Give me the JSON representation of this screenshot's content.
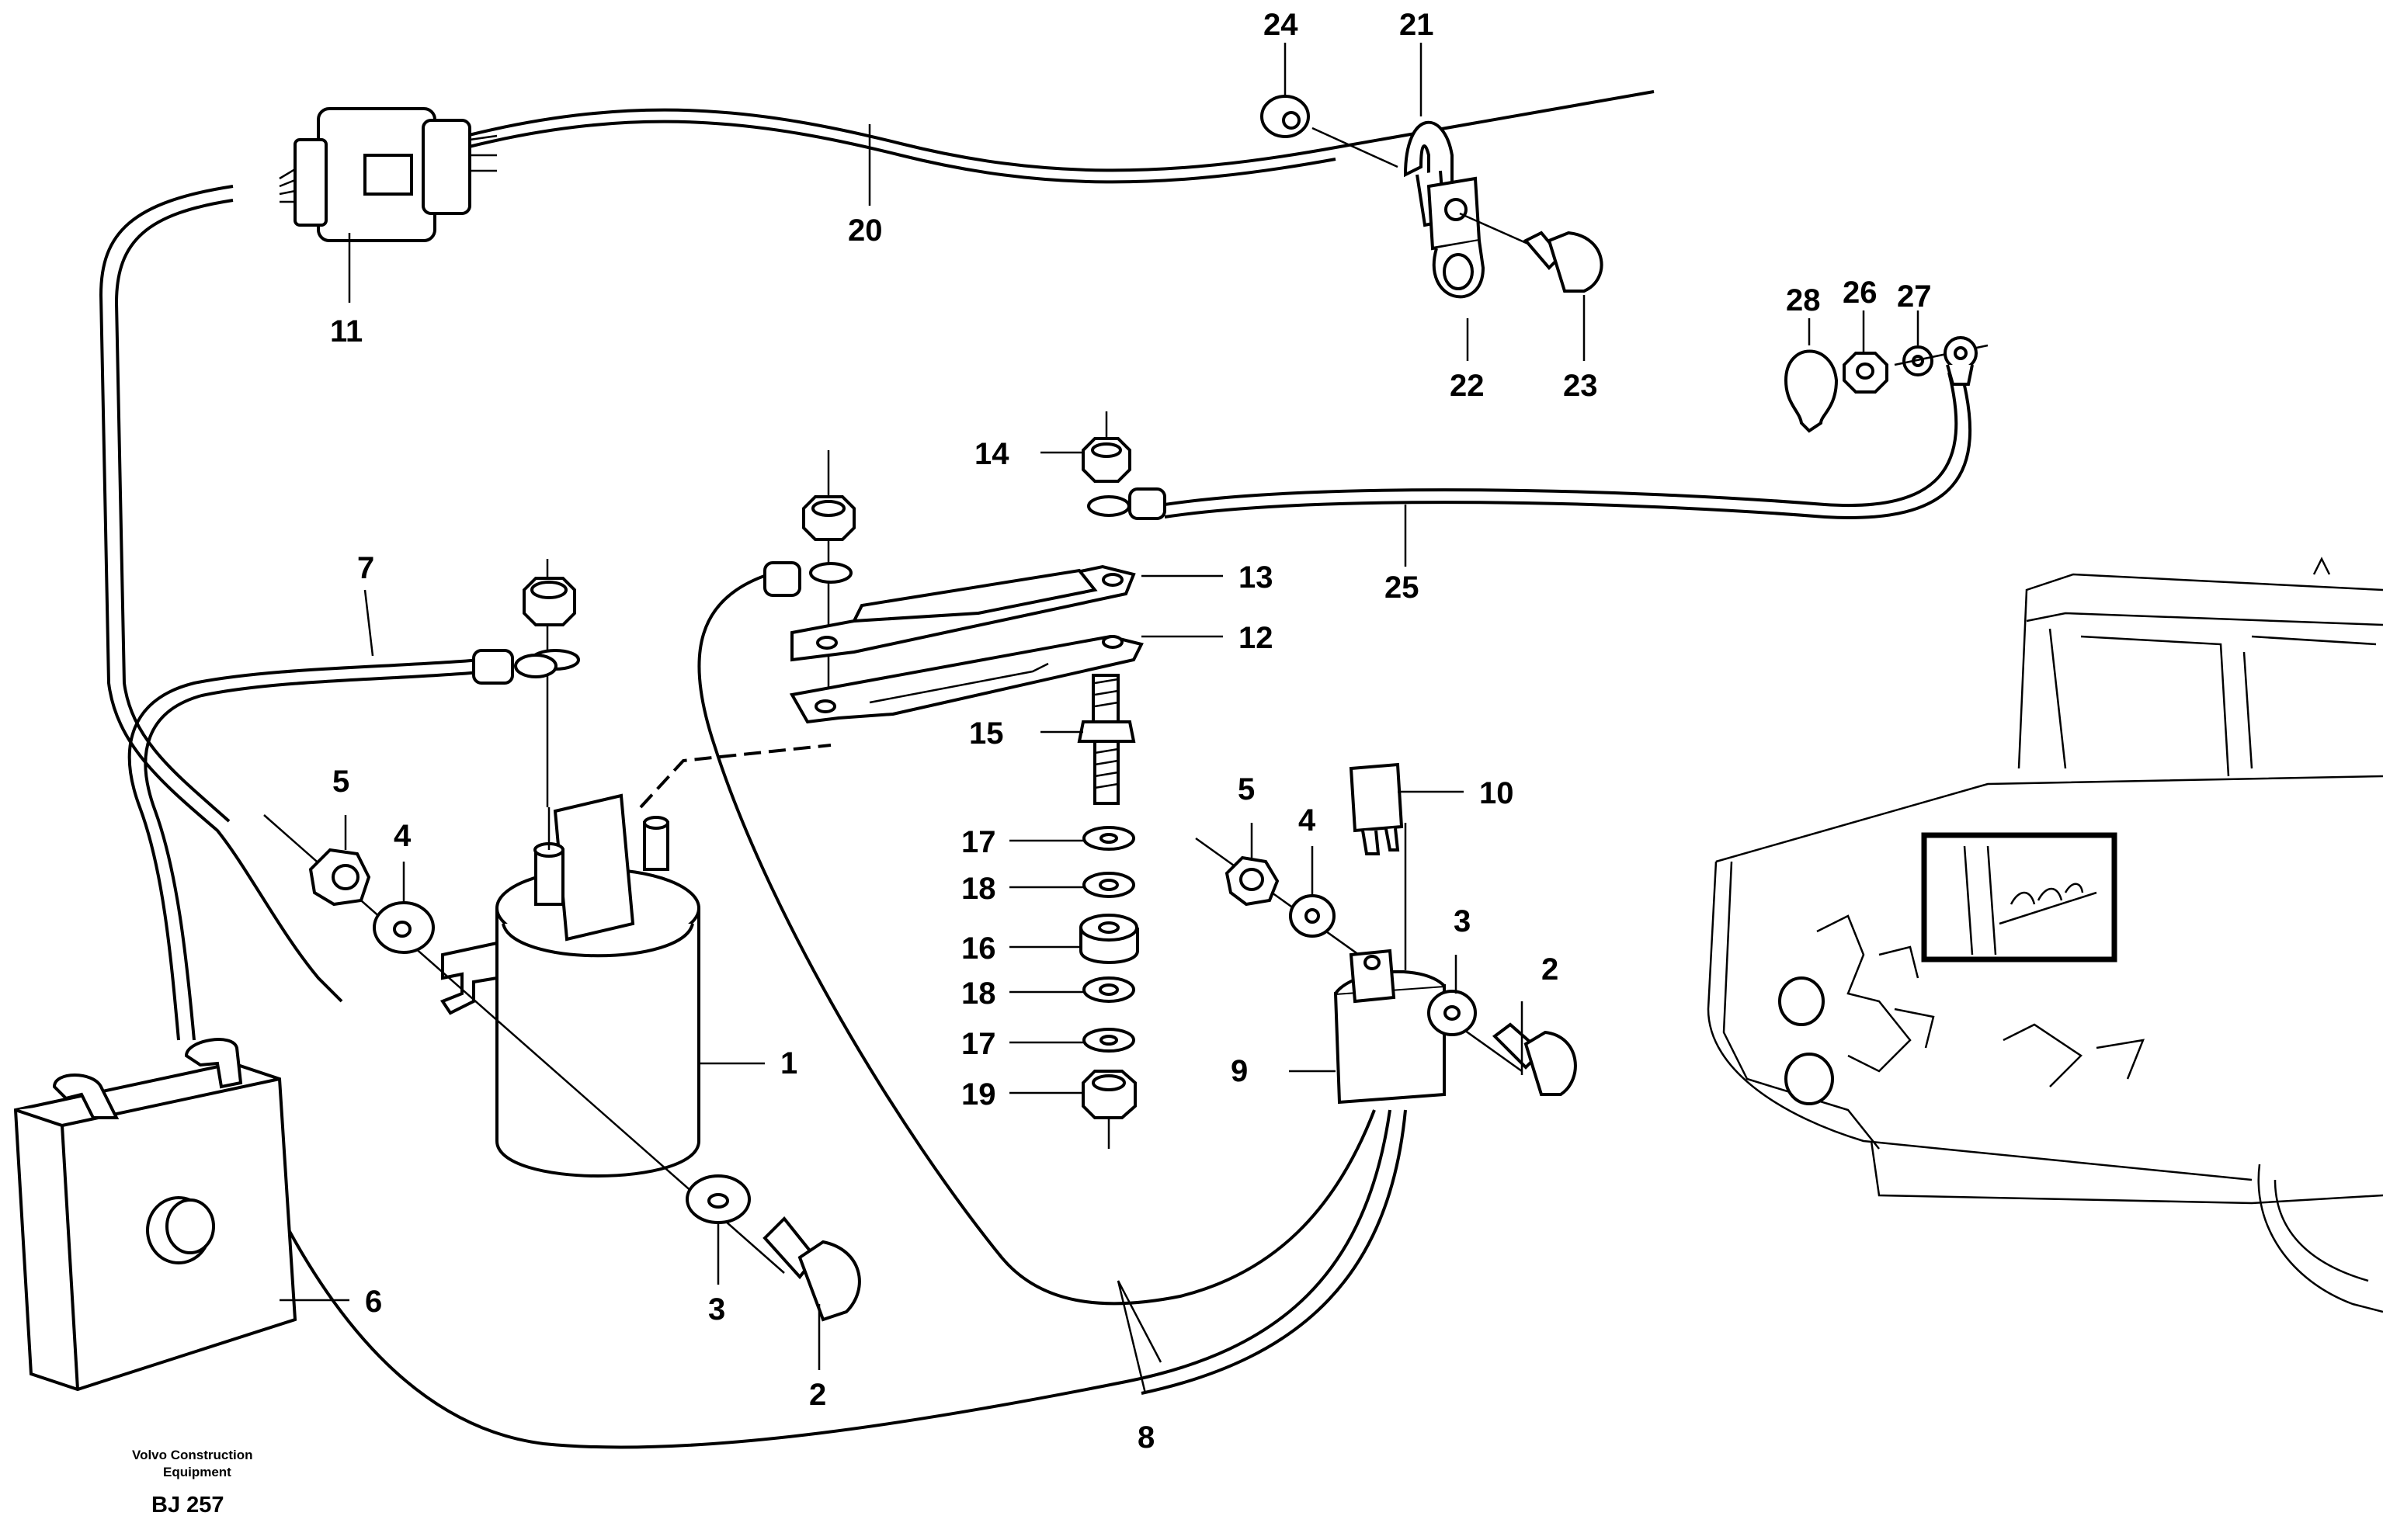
{
  "diagram": {
    "footer": {
      "brand_line1": "Volvo Construction",
      "brand_line2": "Equipment",
      "code": "BJ 257"
    },
    "callouts": [
      {
        "id": "c1",
        "text": "1"
      },
      {
        "id": "c2a",
        "text": "2"
      },
      {
        "id": "c2b",
        "text": "2"
      },
      {
        "id": "c3a",
        "text": "3"
      },
      {
        "id": "c3b",
        "text": "3"
      },
      {
        "id": "c4a",
        "text": "4"
      },
      {
        "id": "c4b",
        "text": "4"
      },
      {
        "id": "c5a",
        "text": "5"
      },
      {
        "id": "c5b",
        "text": "5"
      },
      {
        "id": "c6",
        "text": "6"
      },
      {
        "id": "c7",
        "text": "7"
      },
      {
        "id": "c8",
        "text": "8"
      },
      {
        "id": "c9",
        "text": "9"
      },
      {
        "id": "c10",
        "text": "10"
      },
      {
        "id": "c11",
        "text": "11"
      },
      {
        "id": "c12",
        "text": "12"
      },
      {
        "id": "c13",
        "text": "13"
      },
      {
        "id": "c14",
        "text": "14"
      },
      {
        "id": "c15",
        "text": "15"
      },
      {
        "id": "c16",
        "text": "16"
      },
      {
        "id": "c17a",
        "text": "17"
      },
      {
        "id": "c17b",
        "text": "17"
      },
      {
        "id": "c18a",
        "text": "18"
      },
      {
        "id": "c18b",
        "text": "18"
      },
      {
        "id": "c19",
        "text": "19"
      },
      {
        "id": "c20",
        "text": "20"
      },
      {
        "id": "c21",
        "text": "21"
      },
      {
        "id": "c22",
        "text": "22"
      },
      {
        "id": "c23",
        "text": "23"
      },
      {
        "id": "c24",
        "text": "24"
      },
      {
        "id": "c25",
        "text": "25"
      },
      {
        "id": "c26",
        "text": "26"
      },
      {
        "id": "c27",
        "text": "27"
      },
      {
        "id": "c28",
        "text": "28"
      }
    ]
  }
}
